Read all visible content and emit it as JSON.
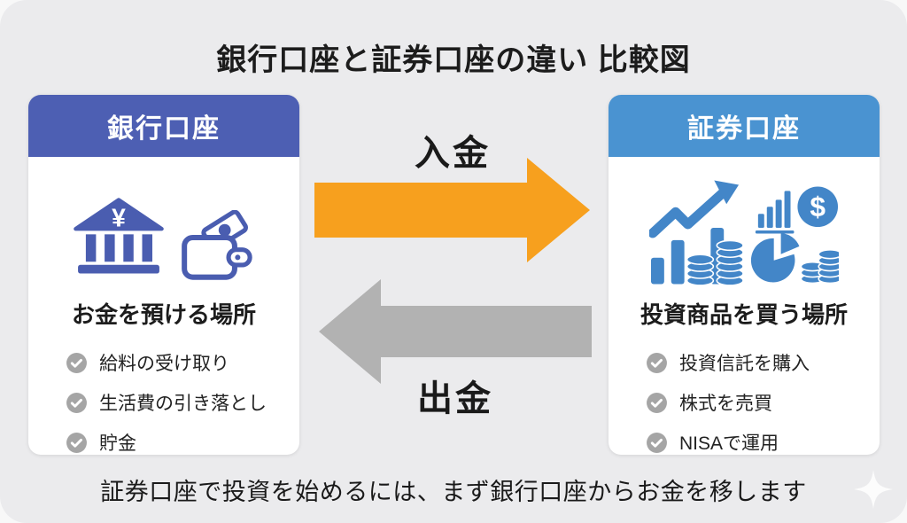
{
  "title": "銀行口座と証券口座の違い 比較図",
  "footer": "証券口座で投資を始めるには、まず銀行口座からお金を移します",
  "deposit_arrow": {
    "label": "入金",
    "color": "#F7A01E",
    "direction": "right"
  },
  "withdraw_arrow": {
    "label": "出金",
    "color": "#B2B2B2",
    "direction": "left"
  },
  "bank_card": {
    "header": "銀行口座",
    "header_color": "#4D5FB3",
    "subtitle": "お金を預ける場所",
    "items": [
      "給料の受け取り",
      "生活費の引き落とし",
      "貯金"
    ],
    "icons": [
      "bank-icon",
      "wallet-icon"
    ]
  },
  "securities_card": {
    "header": "証券口座",
    "header_color": "#4A93D1",
    "subtitle": "投資商品を買う場所",
    "items": [
      "投資信託を購入",
      "株式を売買",
      "NISAで運用"
    ],
    "icons": [
      "growth-chart-icon",
      "coin-stack-icon",
      "mini-bar-chart-icon",
      "dollar-coin-icon",
      "pie-chart-icon"
    ]
  },
  "glyphs": {
    "yen": "¥",
    "dollar": "$"
  },
  "colors": {
    "page_background": "#F8F8F8",
    "canvas_background": "#EBEBED",
    "card_background": "#FFFFFF",
    "bank_icon_blue": "#4A5DB0",
    "securities_icon_blue": "#4386C8",
    "check_gray": "#A5A5A5",
    "text": "#1C1C1C"
  }
}
